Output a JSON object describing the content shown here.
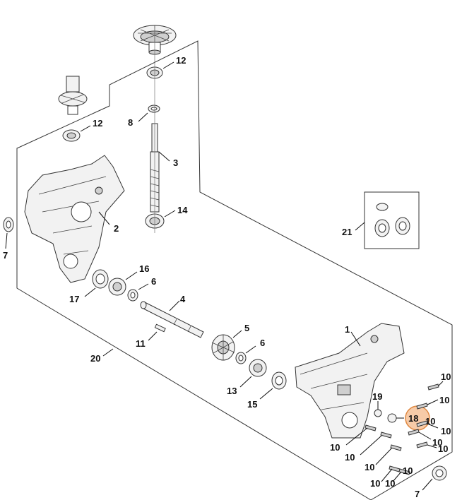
{
  "diagram": {
    "labels": [
      {
        "id": "p12a",
        "text": "12"
      },
      {
        "id": "p12b",
        "text": "12"
      },
      {
        "id": "p8",
        "text": "8"
      },
      {
        "id": "p3",
        "text": "3"
      },
      {
        "id": "p14",
        "text": "14"
      },
      {
        "id": "p2",
        "text": "2"
      },
      {
        "id": "p7a",
        "text": "7"
      },
      {
        "id": "p16",
        "text": "16"
      },
      {
        "id": "p6a",
        "text": "6"
      },
      {
        "id": "p17",
        "text": "17"
      },
      {
        "id": "p4",
        "text": "4"
      },
      {
        "id": "p11",
        "text": "11"
      },
      {
        "id": "p5",
        "text": "5"
      },
      {
        "id": "p6b",
        "text": "6"
      },
      {
        "id": "p20",
        "text": "20"
      },
      {
        "id": "p13",
        "text": "13"
      },
      {
        "id": "p15",
        "text": "15"
      },
      {
        "id": "p1",
        "text": "1"
      },
      {
        "id": "p21",
        "text": "21"
      },
      {
        "id": "p19",
        "text": "19"
      },
      {
        "id": "p18",
        "text": "18"
      },
      {
        "id": "p10a",
        "text": "10"
      },
      {
        "id": "p10b",
        "text": "10"
      },
      {
        "id": "p10c",
        "text": "10"
      },
      {
        "id": "p10d",
        "text": "10"
      },
      {
        "id": "p10e",
        "text": "10"
      },
      {
        "id": "p10f",
        "text": "10"
      },
      {
        "id": "p10g",
        "text": "10"
      },
      {
        "id": "p10h",
        "text": "10"
      },
      {
        "id": "p10i",
        "text": "10"
      },
      {
        "id": "p10j",
        "text": "10"
      },
      {
        "id": "p10k",
        "text": "10"
      },
      {
        "id": "p10l",
        "text": "10"
      },
      {
        "id": "p7b",
        "text": "7"
      }
    ],
    "highlight_color": "#f0a060"
  }
}
